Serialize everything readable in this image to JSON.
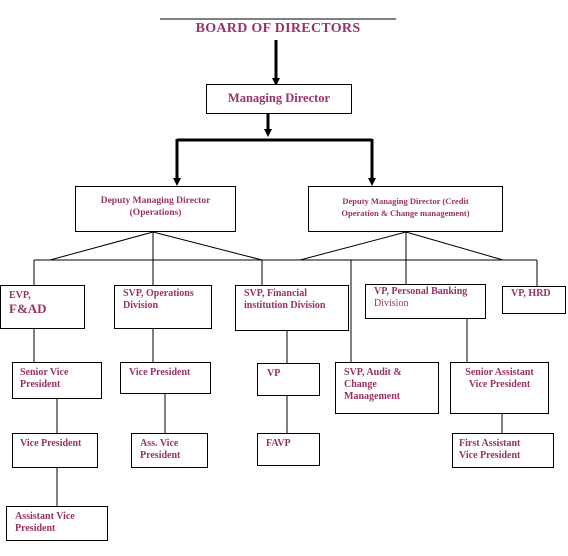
{
  "title": "BOARD OF DIRECTORS",
  "md": "Managing Director",
  "dmd_ops": "Deputy Managing Director\n(Operations)",
  "dmd_credit": "Deputy Managing Director (Credit\nOperation & Change management)",
  "evp_fad_line1": "EVP,",
  "evp_fad_line2": "F&AD",
  "svp_ops": "SVP, Operations\nDivision",
  "svp_fin": "SVP, Financial\ninstitution Division",
  "vp_pb_bold": "VP, Personal Banking",
  "vp_pb_normal": "Division",
  "vp_hrd": "VP, HRD",
  "senior_vp": "Senior Vice\nPresident",
  "vp_ops": "Vice President",
  "vp_fin": "VP",
  "svp_audit": "SVP, Audit &\nChange\nManagement",
  "savp": "Senior Assistant\nVice President",
  "vp_fad": "Vice President",
  "avp_ops": "Ass. Vice\nPresident",
  "favp": "FAVP",
  "first_avp": "First Assistant\nVice President",
  "asst_vp": "Assistant Vice\nPresident",
  "colors": {
    "text": "#993366",
    "line": "#000000"
  }
}
